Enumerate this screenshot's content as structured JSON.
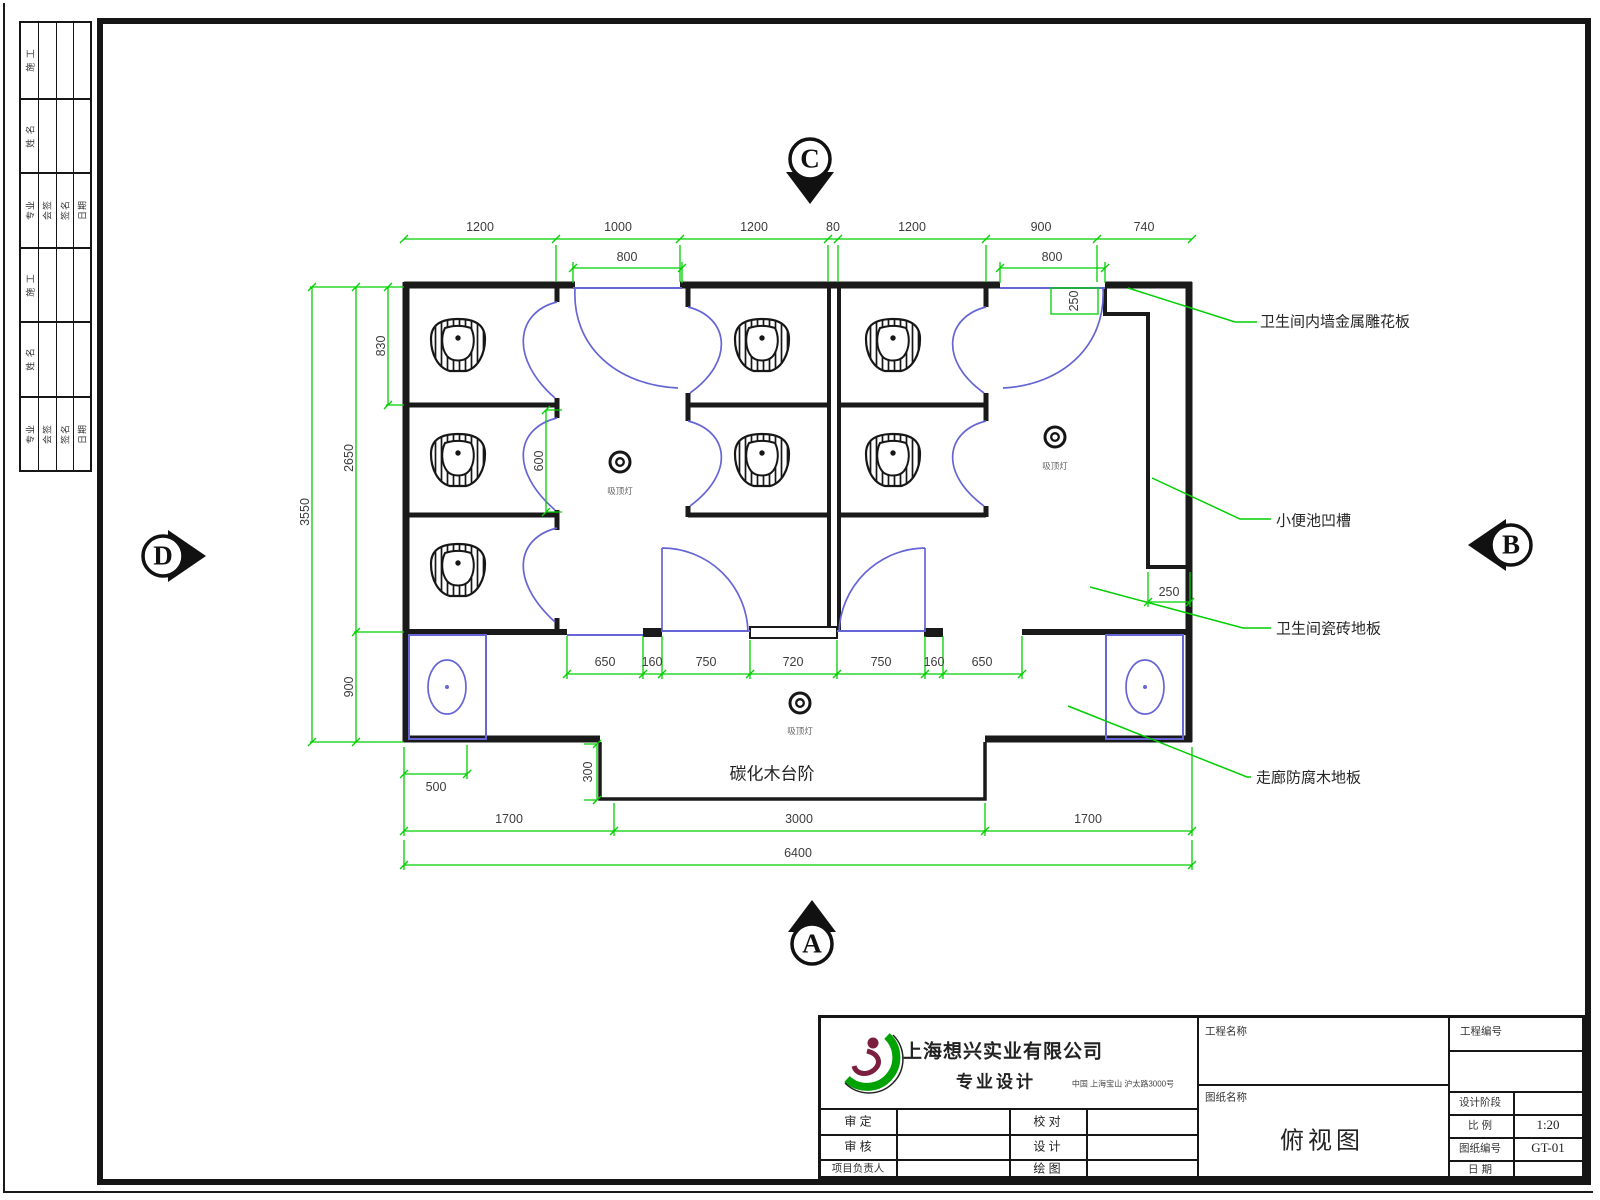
{
  "drawing": {
    "compass": {
      "top": "C",
      "bottom": "A",
      "left": "D",
      "right": "B"
    },
    "dims": {
      "top": [
        "1200",
        "1000",
        "1200",
        "80",
        "1200",
        "900",
        "740"
      ],
      "door_top_left": "800",
      "door_top_right": "800",
      "notch": "250",
      "trough": "250",
      "left_830": "830",
      "left_2650": "2650",
      "left_3550": "3550",
      "left_900": "900",
      "lobby_600": "600",
      "mid": [
        "650",
        "160",
        "750",
        "720",
        "750",
        "160",
        "650"
      ],
      "sink_500": "500",
      "step_300": "300",
      "bottom": [
        "1700",
        "3000",
        "1700"
      ],
      "overall": "6400"
    },
    "labels": {
      "wall_panel": "卫生间内墙金属雕花板",
      "urinal": "小便池凹槽",
      "tile_floor": "卫生间瓷砖地板",
      "wood_floor": "走廊防腐木地板",
      "step": "碳化木台阶",
      "ceiling_lamp": "吸顶灯"
    }
  },
  "signbar": {
    "rows": [
      {
        "c1": "施 工"
      },
      {
        "c1": "姓 名"
      },
      {
        "c1": "专业",
        "c2": "会签",
        "c3": "签名",
        "c4": "日期"
      },
      {
        "c1": "施 工"
      },
      {
        "c1": "姓 名"
      },
      {
        "c1": "专业",
        "c2": "会签",
        "c3": "签名",
        "c4": "日期"
      }
    ]
  },
  "titleblock": {
    "company": "上海想兴实业有限公司",
    "tagline": "专业设计",
    "address": "中国 上海宝山 沪太路3000号",
    "fields": {
      "shen_ding": "审 定",
      "jiao_dui": "校 对",
      "shen_he": "审 核",
      "she_ji": "设 计",
      "xiangmu": "项目负责人",
      "hui_tu": "绘 图",
      "gc_name": "工程名称",
      "gc_no": "工程编号",
      "tz_name": "图纸名称",
      "stage": "设计阶段",
      "scale_label": "比 例",
      "scale_value": "1:20",
      "no_label": "图纸编号",
      "no_value": "GT-01",
      "date_label": "日 期"
    },
    "drawing_title": "俯视图"
  }
}
